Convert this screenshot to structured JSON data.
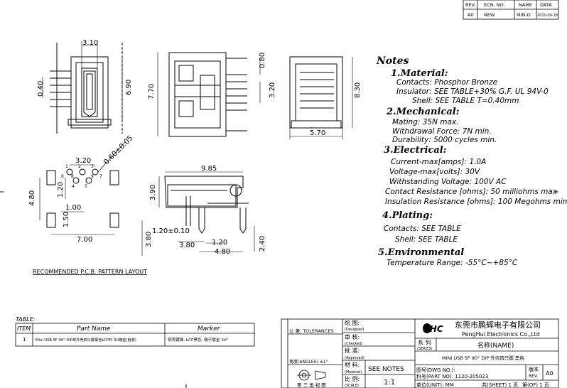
{
  "revision_block": {
    "headers": [
      "REV.",
      "ECN. NO.",
      "NAME",
      "DATA"
    ],
    "row": [
      "A0",
      "NEW",
      "MIN-D",
      "2010-09-18"
    ]
  },
  "dimensions": {
    "top": [
      "3.10",
      "6.90",
      "0.40",
      "7.70",
      "0.80",
      "3.20",
      "8.30",
      "5.70"
    ],
    "pcb": [
      "0.60±0.05",
      "3.20",
      "4.80",
      "1.20",
      "1.00",
      "1.50",
      "7.00",
      "3.80"
    ],
    "side": [
      "9.85",
      "3.90",
      "1.20±0.10",
      "3.80",
      "1.20",
      "4.80",
      "2.40"
    ],
    "pin_numbers": [
      "1",
      "2",
      "3",
      "4",
      "5",
      "6",
      "7",
      "8",
      "9"
    ]
  },
  "pcb_caption": "RECOMMENDED P.C.B. PATTERN LAYOUT",
  "notes": {
    "title": "Notes",
    "sections": [
      {
        "heading": "1.Material:",
        "lines": [
          "Contacts:  Phosphor Bronze",
          "Insulator: SEE TABLE+30% G.F. UL 94V-0",
          "Shell: SEE TABLE T=0.40mm"
        ]
      },
      {
        "heading": "2.Mechanical:",
        "lines": [
          "Mating: 35N max.",
          "Withdrawal Force: 7N min.",
          "Durability: 5000 cycles min."
        ]
      },
      {
        "heading": "3.Electrical:",
        "lines": [
          "Current-max[amps]: 1.0A",
          "Voltage-max[volts]: 30V",
          "Withstanding Voltage: 100V AC",
          "Contact Resistance [ohms]: 50 milliohms max",
          "Insulation Resistance [ohms]: 100 Megohms min"
        ]
      },
      {
        "heading": "4.Plating:",
        "lines": [
          "Contacts:   SEE TABLE",
          "Shell: SEE TABLE"
        ]
      },
      {
        "heading": "5.Environmental",
        "lines": [
          "Temperature Range:  -55°C~+85°C"
        ]
      }
    ]
  },
  "table": {
    "title": "TABLE:",
    "headers": [
      "ITEM",
      "Part Name",
      "Marker"
    ],
    "rows": [
      [
        "1",
        "Mini USB 5F 90° DIP焊外壳四只脚黑色LCP料 3U镀金(管装)",
        "铜壳镀镍, LCP黑色, 端子镀金 3U\""
      ]
    ]
  },
  "title_block": {
    "tolerances_label": "公 差: TOLERANCES",
    "angles_label": "角度(ANGLES) ±1°",
    "projection_label": "第 三 角 视 图",
    "drawn_label": "绘 图:",
    "drawn_en": "(Designed)",
    "checked_label": "审 核:",
    "checked_en": "(Checked)",
    "approved_label": "批 准:",
    "approved_en": "(Approved)",
    "material_label": "材 料:",
    "material_en": "(Material)",
    "material_value": "SEE NOTES",
    "scale_label": "比 例:",
    "scale_en": "(SCALE)",
    "scale_value": "1:1",
    "logo": "PHC",
    "company_cn": "东莞市鹏辉电子有限公司",
    "company_en": "PengHui Electronics Co.,Ltd",
    "series_label": "系 列",
    "series_en": "(SERIES)",
    "name_label": "名称(NAME)",
    "name_value": "MINI USB 5F 90° DIP 外壳四只脚 黑色",
    "dwg_label": "图号(DWG NO.):",
    "part_label": "料号(PART NO): 1120-205023",
    "rev_label": "版本",
    "rev_en": "REV.",
    "rev_value": "A0",
    "unit_label": "单位(UNIT): MM",
    "sheet_label": "共(SHEET) 1 页",
    "of_label": "第(OF) 1 页"
  }
}
